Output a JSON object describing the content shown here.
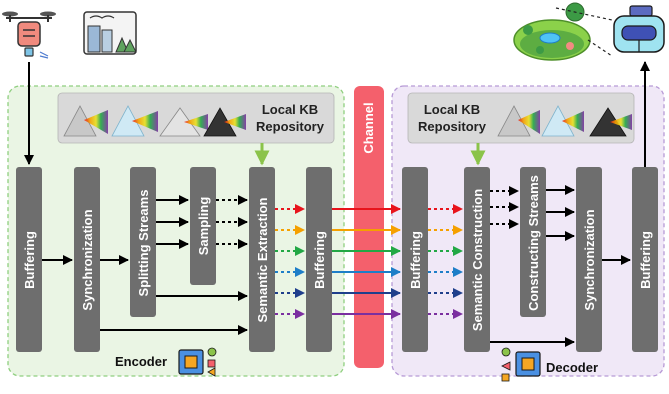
{
  "encoder": {
    "label": "Encoder",
    "kb_line1": "Local KB",
    "kb_line2": "Repository",
    "blocks": {
      "buffering_in": "Buffering",
      "synchronization": "Synchronization",
      "splitting_streams": "Splitting Streams",
      "sampling": "Sampling",
      "semantic_extraction": "Semantic Extraction",
      "buffering_out": "Buffering"
    }
  },
  "channel": {
    "label": "Channel"
  },
  "decoder": {
    "label": "Decoder",
    "kb_line1": "Local KB",
    "kb_line2": "Repository",
    "blocks": {
      "buffering_in": "Buffering",
      "semantic_construction": "Semantic Construction",
      "constructing_streams": "Constructing Streams",
      "synchronization": "Synchronization",
      "buffering_out": "Buffering"
    }
  },
  "colors": {
    "encoder_bg": "#eaf5e4",
    "encoder_border": "#8fcf7f",
    "decoder_bg": "#f0e8f7",
    "decoder_border": "#b79ad6",
    "block": "#6e6e6e",
    "channel": "#f4606c",
    "kb_bg": "#d9d9d9",
    "kb_arrow": "#8bc34a",
    "streams": [
      "#e8141c",
      "#f5a000",
      "#22a845",
      "#1e7ec8",
      "#1f3f8c",
      "#7b2fa0"
    ]
  },
  "icons": {
    "source_1": "drone-icon",
    "source_2": "city-scene-icon",
    "sink_1": "park-scene-icon",
    "sink_2": "vr-headset-icon",
    "encoder_chip": "processor-chip-icon",
    "decoder_chip": "processor-chip-icon",
    "kb_items": [
      "prism-icon",
      "prism-icon",
      "prism-icon",
      "prism-icon"
    ]
  }
}
